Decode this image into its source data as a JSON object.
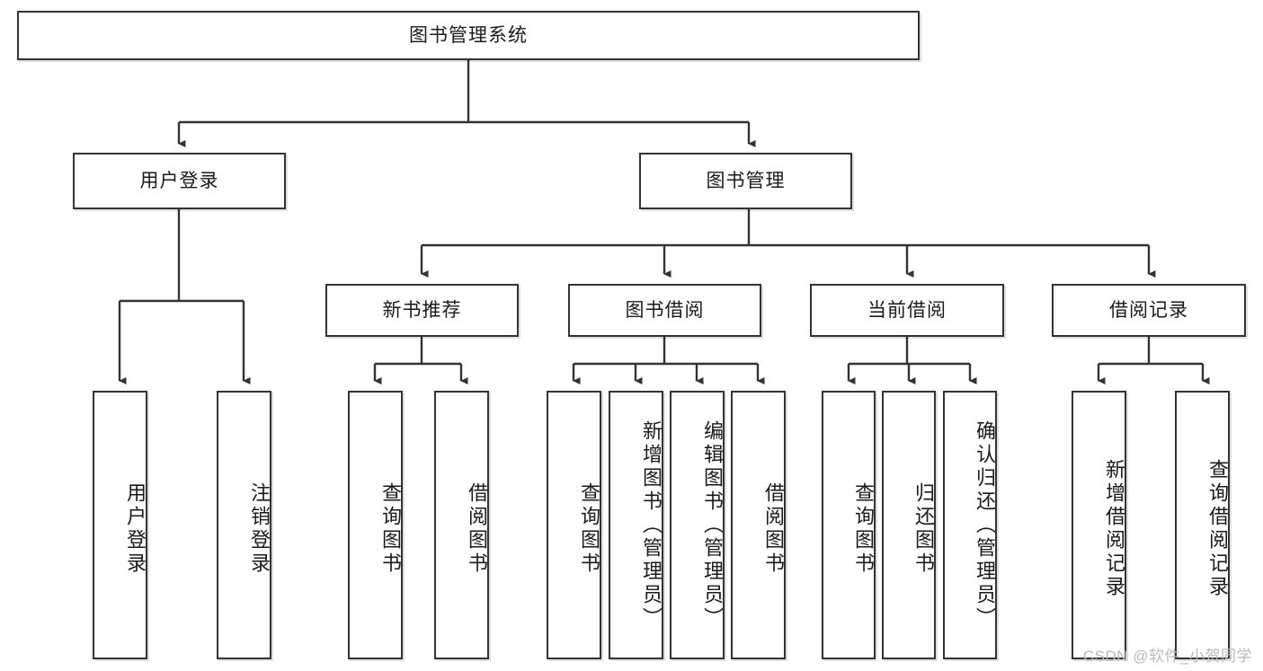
{
  "diagram": {
    "type": "tree",
    "title": "图书管理系统",
    "orientation": "top-down",
    "colors": {
      "box_border": "#333333",
      "box_fill": "#ffffff",
      "connector": "#333333",
      "text": "#1a1a1a",
      "watermark": "#b9b9b9"
    },
    "root": {
      "label": "图书管理系统"
    },
    "level2": [
      {
        "label": "用户登录"
      },
      {
        "label": "图书管理"
      }
    ],
    "level3": [
      {
        "label": "新书推荐"
      },
      {
        "label": "图书借阅"
      },
      {
        "label": "当前借阅"
      },
      {
        "label": "借阅记录"
      }
    ],
    "leaves": {
      "user_login": [
        {
          "label": "用户登录"
        },
        {
          "label": "注销登录"
        }
      ],
      "new_book_recommend": [
        {
          "label": "查询图书"
        },
        {
          "label": "借阅图书"
        }
      ],
      "book_borrow": [
        {
          "label": "查询图书"
        },
        {
          "label": "新增图书（管理员）"
        },
        {
          "label": "编辑图书（管理员）"
        },
        {
          "label": "借阅图书"
        }
      ],
      "current_borrow": [
        {
          "label": "查询图书"
        },
        {
          "label": "归还图书"
        },
        {
          "label": "确认归还（管理员）"
        }
      ],
      "borrow_record": [
        {
          "label": "新增借阅记录"
        },
        {
          "label": "查询借阅记录"
        }
      ]
    }
  },
  "watermark": {
    "text": "CSDN @软件_小贺同学"
  }
}
